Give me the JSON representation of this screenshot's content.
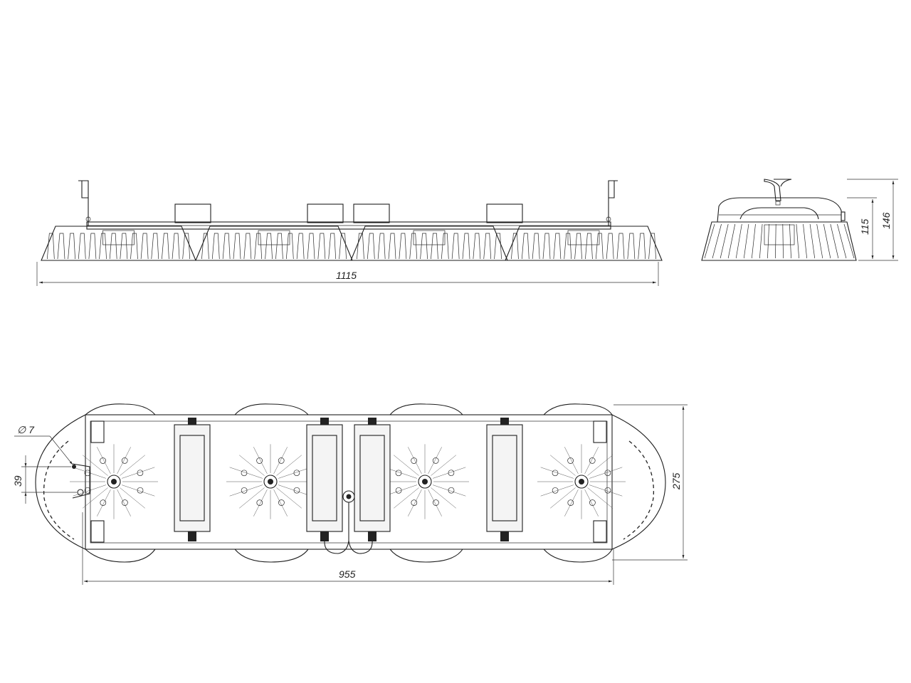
{
  "dimensions": {
    "front_length": "1115",
    "side_height_total": "146",
    "side_height_body": "115",
    "top_length": "955",
    "top_width": "275",
    "hole_diameter": "∅ 7",
    "hole_spacing": "39"
  }
}
